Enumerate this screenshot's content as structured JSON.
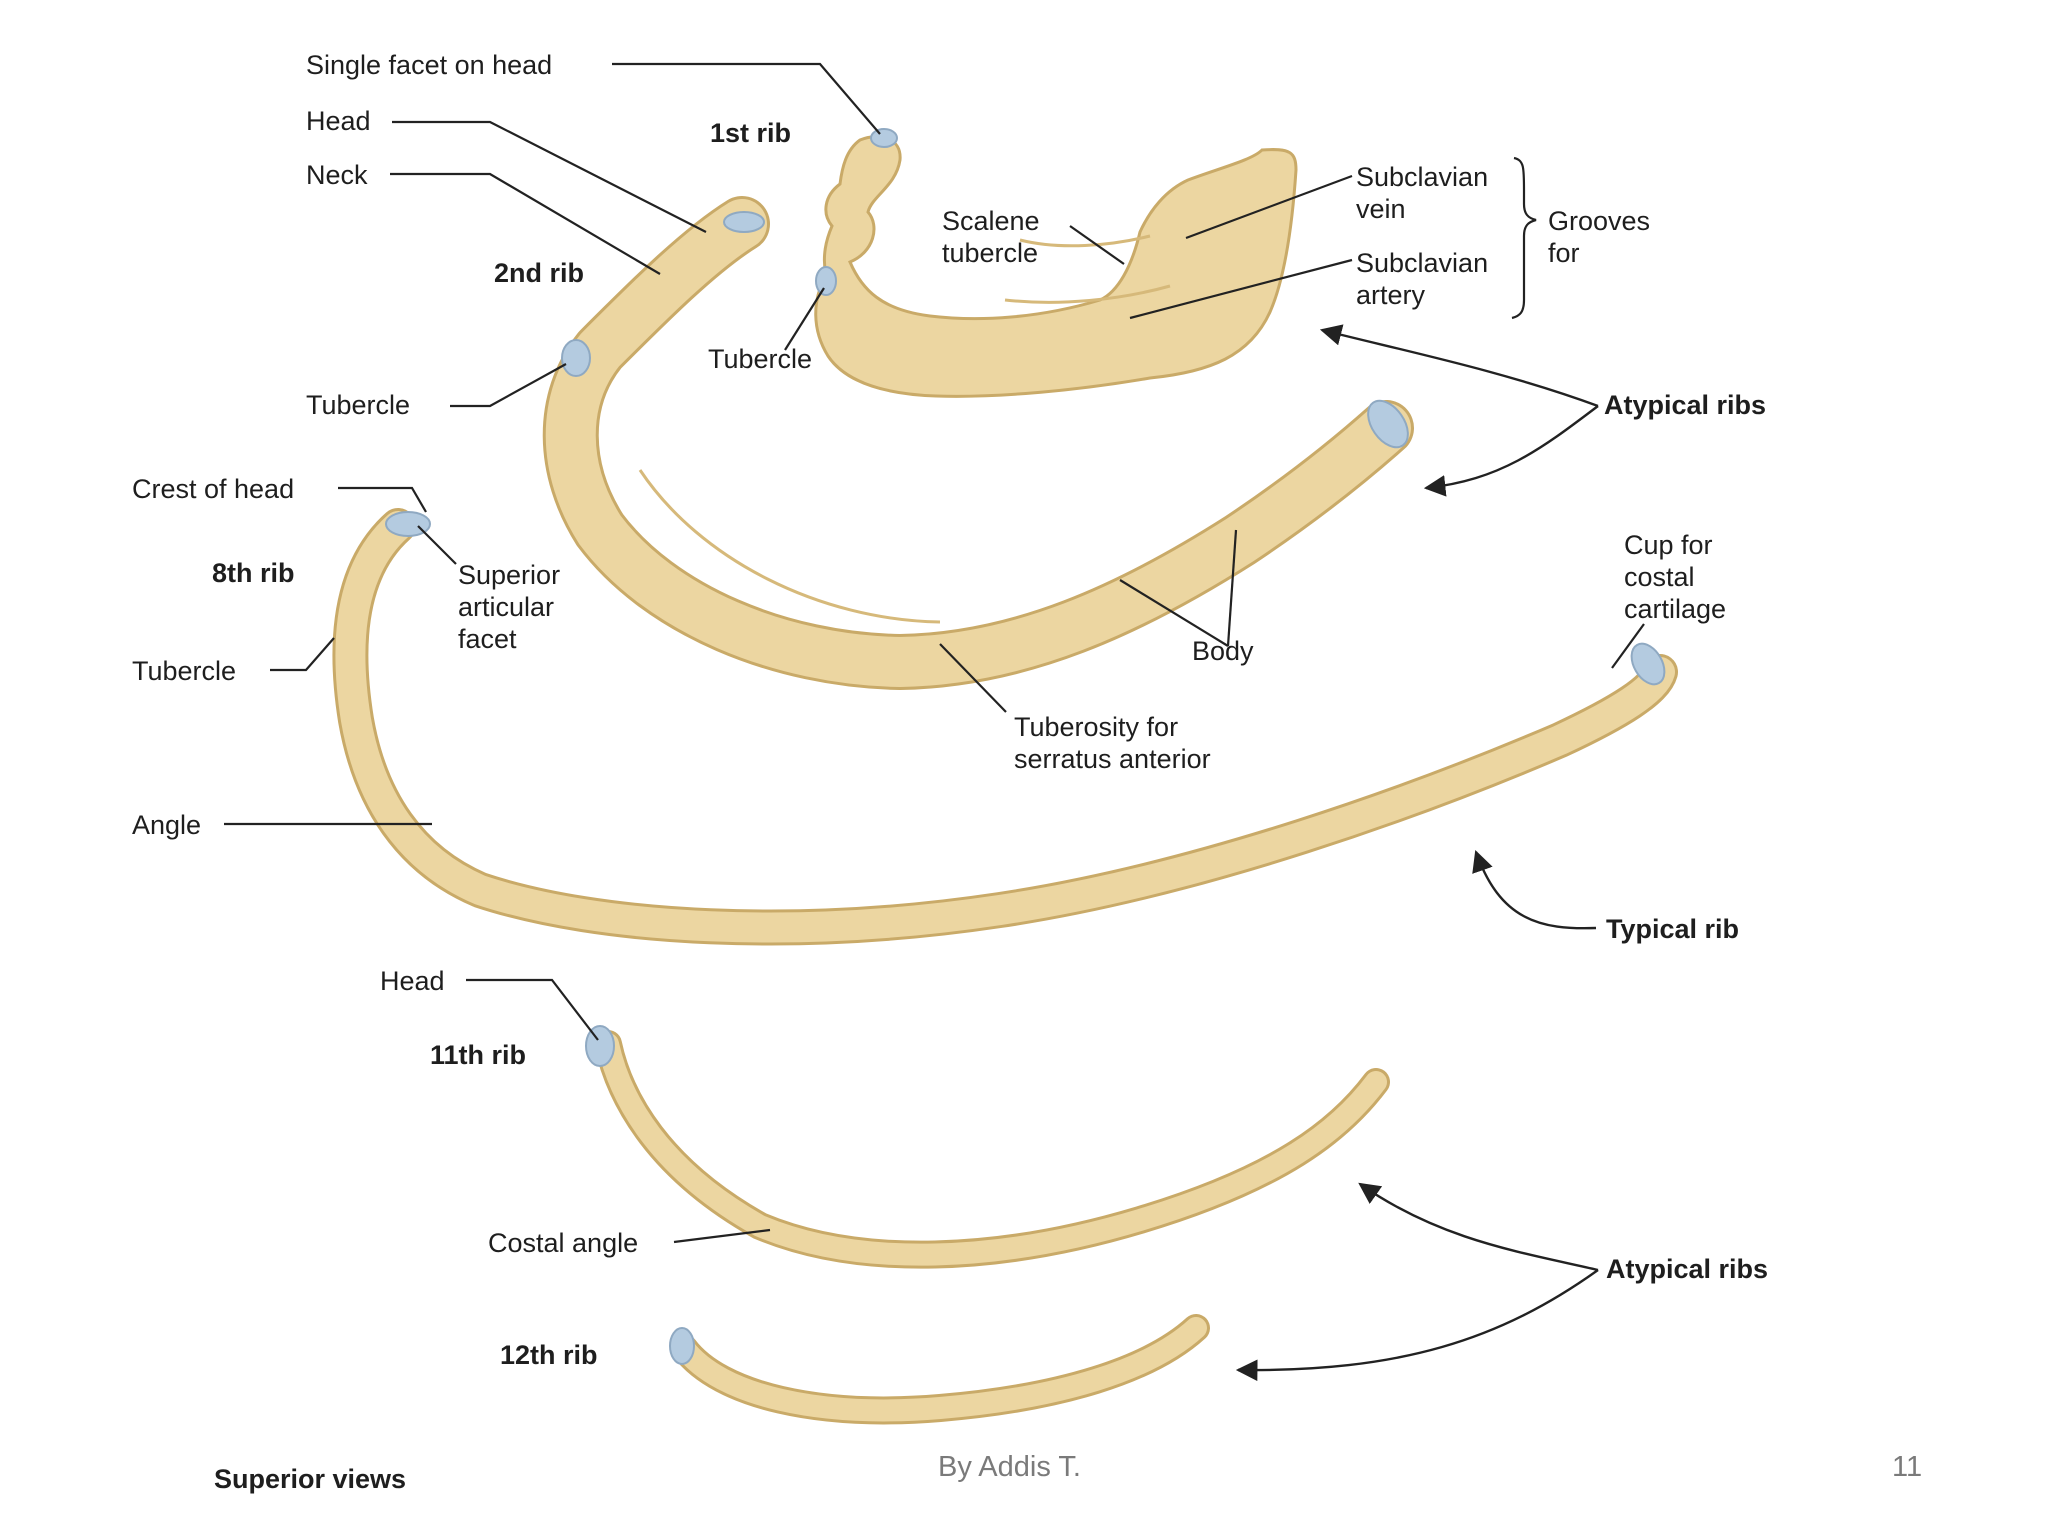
{
  "labels": {
    "single_facet_on_head": "Single facet on head",
    "head_2nd": "Head",
    "neck": "Neck",
    "rib_1st": "1st rib",
    "rib_2nd": "2nd rib",
    "scalene_tubercle_1": "Scalene",
    "scalene_tubercle_2": "tubercle",
    "subclavian_vein_1": "Subclavian",
    "subclavian_vein_2": "vein",
    "subclavian_artery_1": "Subclavian",
    "subclavian_artery_2": "artery",
    "grooves_for_1": "Grooves",
    "grooves_for_2": "for",
    "tubercle_1st": "Tubercle",
    "tubercle_2nd": "Tubercle",
    "atypical_ribs_upper": "Atypical ribs",
    "crest_of_head": "Crest of head",
    "rib_8th": "8th rib",
    "superior_articular_facet_1": "Superior",
    "superior_articular_facet_2": "articular",
    "superior_articular_facet_3": "facet",
    "tubercle_8th": "Tubercle",
    "cup_for_costal_cartilage_1": "Cup for",
    "cup_for_costal_cartilage_2": "costal",
    "cup_for_costal_cartilage_3": "cartilage",
    "body": "Body",
    "tuberosity_serratus_1": "Tuberosity for",
    "tuberosity_serratus_2": "serratus anterior",
    "angle": "Angle",
    "typical_rib": "Typical rib",
    "head_11th": "Head",
    "rib_11th": "11th rib",
    "costal_angle": "Costal angle",
    "atypical_ribs_lower": "Atypical ribs",
    "rib_12th": "12th rib",
    "superior_views": "Superior views"
  },
  "footer": {
    "author": "By Addis T.",
    "page_number": "11"
  },
  "colors": {
    "bone_fill": "#ecd6a1",
    "bone_outline": "#c9aa68",
    "cartilage": "#b4cbe0",
    "text": "#1e1e1e",
    "footer_text": "#7a7a7a"
  }
}
